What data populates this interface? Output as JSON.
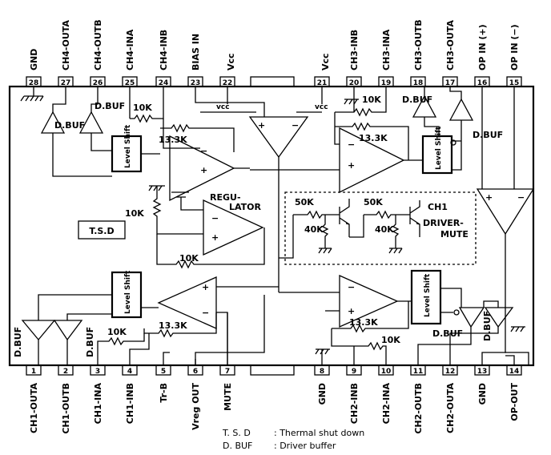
{
  "top_pins": [
    {
      "num": "28",
      "label": "GND"
    },
    {
      "num": "27",
      "label": "CH4-OUTA"
    },
    {
      "num": "26",
      "label": "CH4-OUTB"
    },
    {
      "num": "25",
      "label": "CH4-INA"
    },
    {
      "num": "24",
      "label": "CH4-INB"
    },
    {
      "num": "23",
      "label": "BIAS IN"
    },
    {
      "num": "22",
      "label": "Vcc"
    },
    {
      "num": "21",
      "label": "Vcc"
    },
    {
      "num": "20",
      "label": "CH3-INB"
    },
    {
      "num": "19",
      "label": "CH3-INA"
    },
    {
      "num": "18",
      "label": "CH3-OUTB"
    },
    {
      "num": "17",
      "label": "CH3-OUTA"
    },
    {
      "num": "16",
      "label": "OP IN (+)"
    },
    {
      "num": "15",
      "label": "OP IN (−)"
    }
  ],
  "bottom_pins": [
    {
      "num": "1",
      "label": "CH1-OUTA"
    },
    {
      "num": "2",
      "label": "CH1-OUTB"
    },
    {
      "num": "3",
      "label": "CH1-INA"
    },
    {
      "num": "4",
      "label": "CH1-INB"
    },
    {
      "num": "5",
      "label": "Tr-B"
    },
    {
      "num": "6",
      "label": "Vreg OUT"
    },
    {
      "num": "7",
      "label": "MUTE"
    },
    {
      "num": "8",
      "label": "GND"
    },
    {
      "num": "9",
      "label": "CH2-INB"
    },
    {
      "num": "10",
      "label": "CH2-INA"
    },
    {
      "num": "11",
      "label": "CH2-OUTB"
    },
    {
      "num": "12",
      "label": "CH2-OUTA"
    },
    {
      "num": "13",
      "label": "GND"
    },
    {
      "num": "14",
      "label": "OP-OUT"
    }
  ],
  "labels": {
    "dbuf": "D.BUF",
    "level_shift": "Level Shift",
    "r10k": "10K",
    "r13k": "13.3K",
    "r50k": "50K",
    "r40k": "40K",
    "vcc_small": "vcc",
    "regulator_line1": "REGU-",
    "regulator_line2": "LATOR",
    "tsd": "T.S.D",
    "ch1": "CH1",
    "driver_mute_line1": "DRIVER-",
    "driver_mute_line2": "MUTE",
    "plus": "+",
    "minus": "−"
  },
  "legend": [
    {
      "abbr": "T. S. D",
      "desc": ": Thermal shut down"
    },
    {
      "abbr": "D. BUF",
      "desc": ": Driver buffer"
    }
  ]
}
